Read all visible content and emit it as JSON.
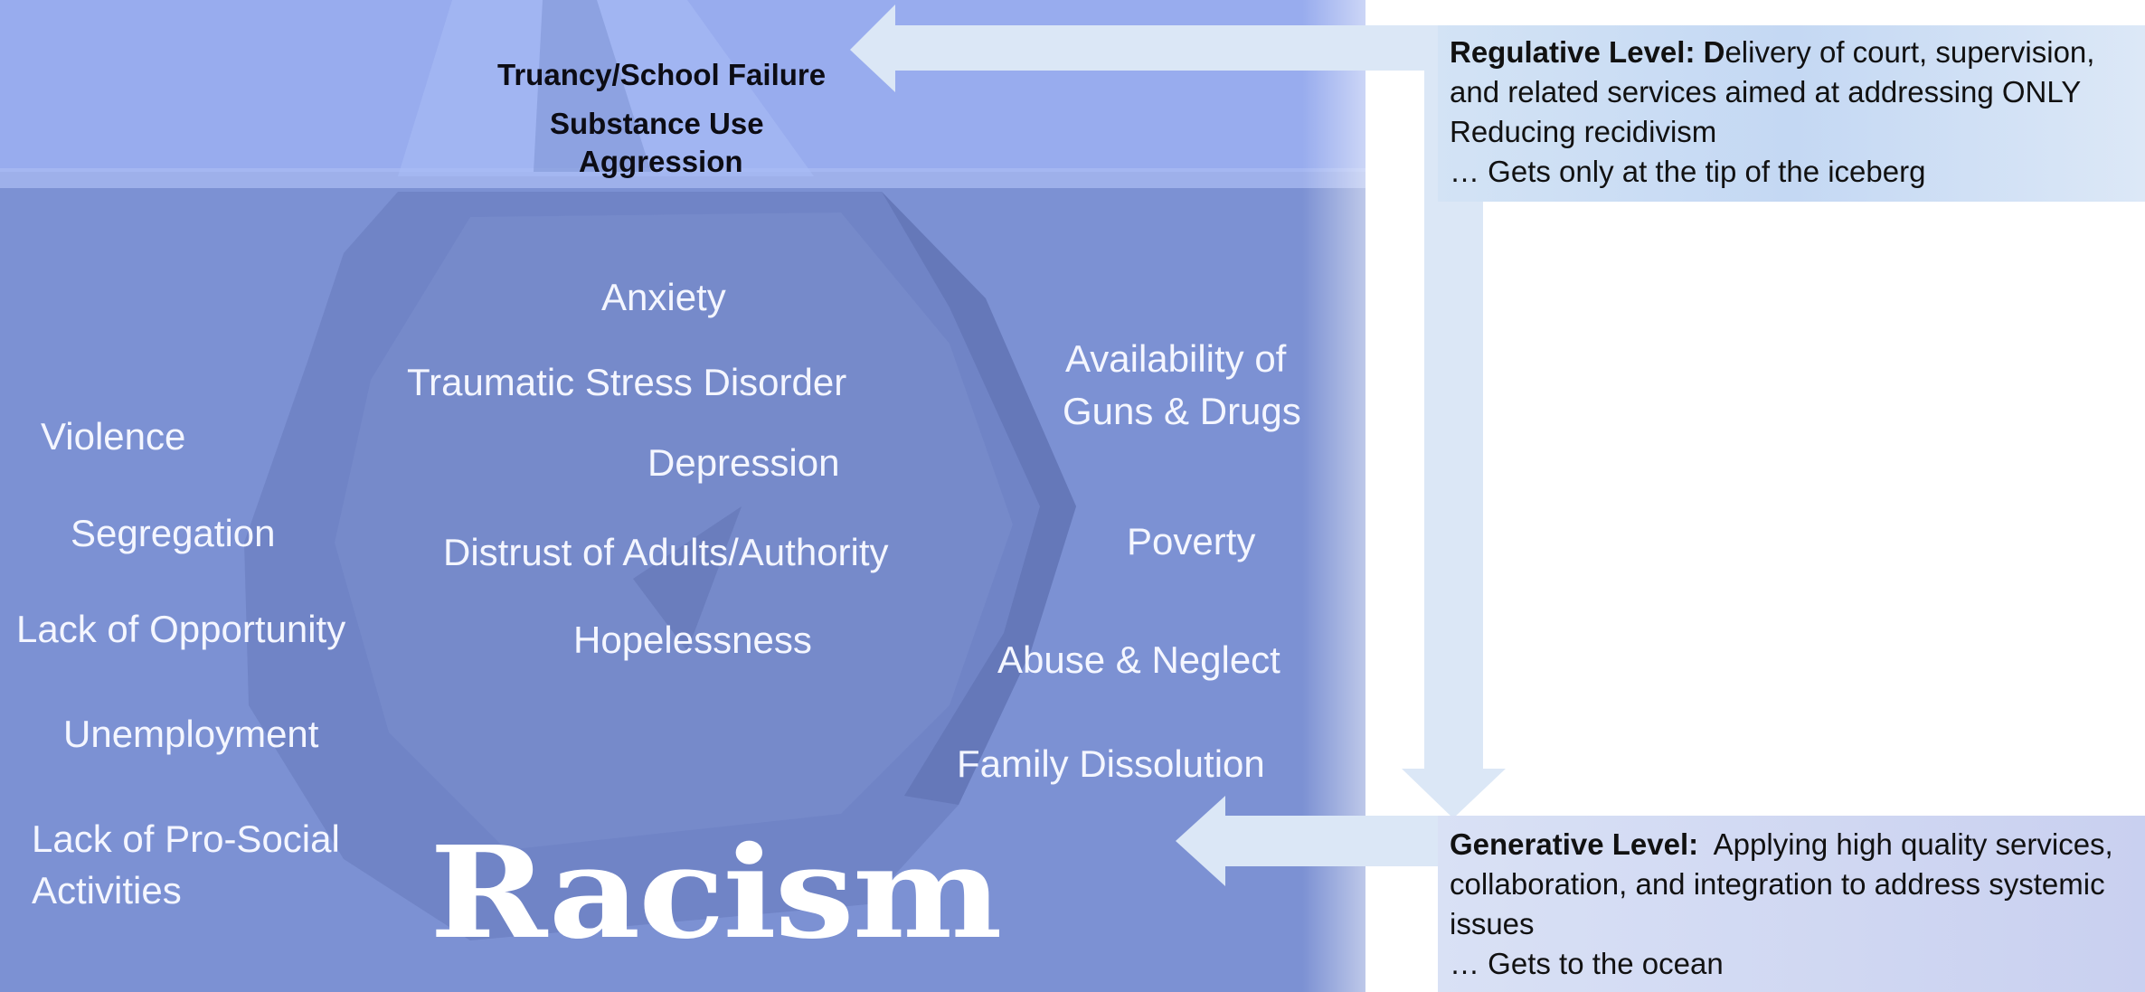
{
  "iceberg": {
    "tip_labels": [
      "Truancy/School Failure",
      "Substance Use",
      "Aggression"
    ],
    "inner_labels": [
      "Anxiety",
      "Traumatic Stress Disorder",
      "Depression",
      "Distrust of Adults/Authority",
      "Hopelessness"
    ],
    "left_labels": [
      "Violence",
      "Segregation",
      "Lack of Opportunity",
      "Unemployment",
      "Lack of Pro-Social",
      "Activities"
    ],
    "right_labels": [
      "Availability of",
      "Guns & Drugs",
      "Poverty",
      "Abuse & Neglect",
      "Family Dissolution"
    ],
    "base_label": "Racism"
  },
  "regulative": {
    "title": "Regulative Level: D",
    "line1": "elivery of court, supervision,",
    "line2": "and related services aimed at addressing ONLY",
    "line3": "Reducing recidivism",
    "line4": "… Gets only at the tip of the iceberg"
  },
  "generative": {
    "title": "Generative Level:",
    "line1": "  Applying high quality services,",
    "line2": "collaboration, and integration to address systemic",
    "line3": "issues",
    "line4": "… Gets to the ocean"
  },
  "colors": {
    "ocean": "#7c91d3",
    "sky": "#98acee",
    "iceberg": "#6f83c4",
    "arrow": "#dbe7f6",
    "text_light": "#f4f6ff"
  }
}
